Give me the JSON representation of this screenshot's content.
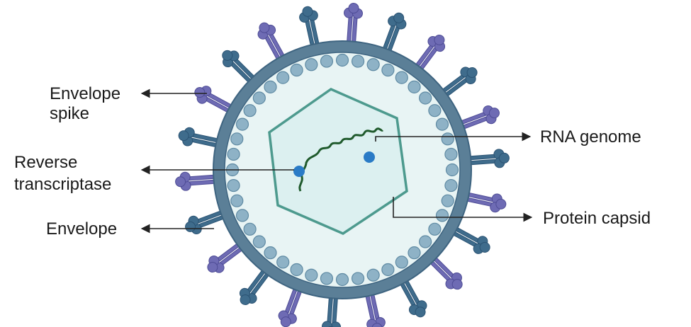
{
  "labels": {
    "envelope_spike": [
      "Envelope",
      "spike"
    ],
    "reverse_transcriptase": [
      "Reverse",
      "transcriptase"
    ],
    "envelope": "Envelope",
    "rna_genome": "RNA genome",
    "protein_capsid": "Protein capsid"
  },
  "colors": {
    "envelope_ring": "#5b7f97",
    "envelope_ring_dark": "#3e6480",
    "interior": "#e8f4f4",
    "matrix_bead": "#8eb2c6",
    "matrix_bead_stroke": "#5f8aa3",
    "capsid_stroke": "#4d9a8e",
    "capsid_fill": "#dcf0f0",
    "rna": "#1f5a2c",
    "enzyme": "#2a7bc6",
    "spike_purple": "#6e6bb4",
    "spike_purple_dark": "#4e4c95",
    "spike_teal": "#3f6c8c",
    "spike_teal_dark": "#2b5373",
    "arrow": "#222222"
  },
  "icons": [
    "virus-envelope",
    "envelope-spike-icon",
    "matrix-protein-bead",
    "capsid-hexagon",
    "rna-strand",
    "enzyme-dot"
  ]
}
